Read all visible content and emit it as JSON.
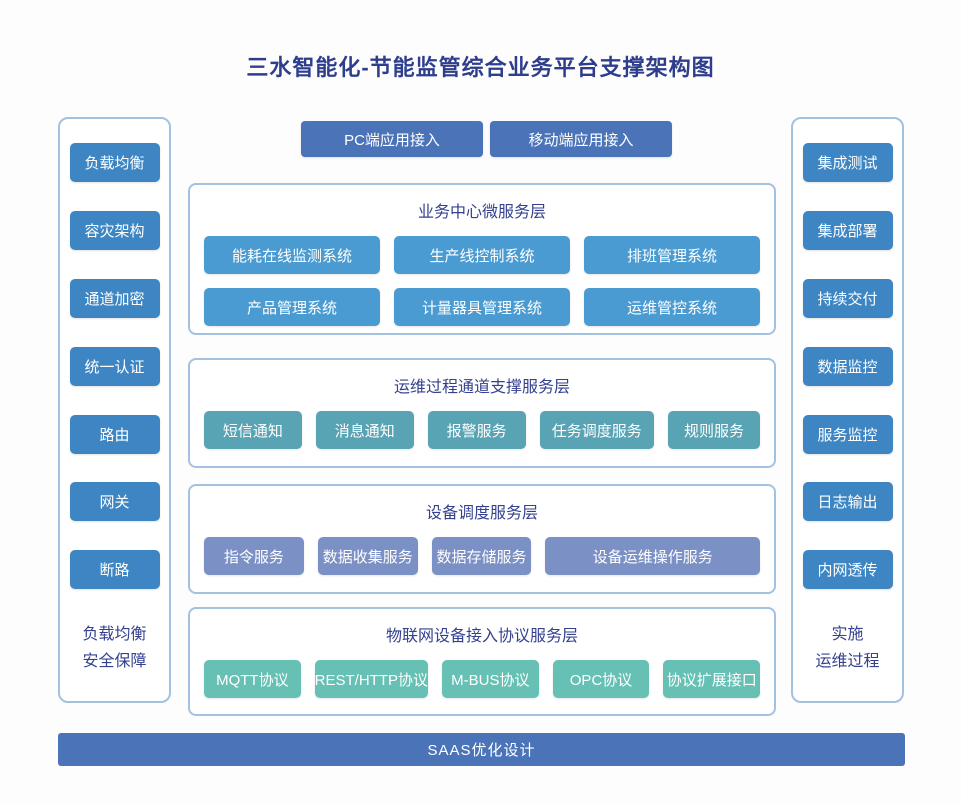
{
  "title": "三水智能化-节能监管综合业务平台支撑架构图",
  "colors": {
    "title_text": "#2e3e8c",
    "header_text": "#34418f",
    "indigo_button": "#4b73b8",
    "side_button": "#3d86c3",
    "layer1_item": "#4a9bd1",
    "layer2_item": "#58a3b4",
    "layer3_item": "#7b90c5",
    "layer4_item": "#66c0b4",
    "panel_border": "#a3c1e0"
  },
  "top_buttons": [
    {
      "label": "PC端应用接入"
    },
    {
      "label": "移动端应用接入"
    }
  ],
  "left_panel": {
    "items": [
      "负载均衡",
      "容灾架构",
      "通道加密",
      "统一认证",
      "路由",
      "网关",
      "断路"
    ],
    "caption_line1": "负载均衡",
    "caption_line2": "安全保障"
  },
  "right_panel": {
    "items": [
      "集成测试",
      "集成部署",
      "持续交付",
      "数据监控",
      "服务监控",
      "日志输出",
      "内网透传"
    ],
    "caption_line1": "实施",
    "caption_line2": "运维过程"
  },
  "sections": [
    {
      "header": "业务中心微服务层",
      "rows": [
        [
          "能耗在线监测系统",
          "生产线控制系统",
          "排班管理系统"
        ],
        [
          "产品管理系统",
          "计量器具管理系统",
          "运维管控系统"
        ]
      ]
    },
    {
      "header": "运维过程通道支撑服务层",
      "items": [
        "短信通知",
        "消息通知",
        "报警服务",
        "任务调度服务",
        "规则服务"
      ]
    },
    {
      "header": "设备调度服务层",
      "items": [
        "指令服务",
        "数据收集服务",
        "数据存储服务",
        "设备运维操作服务"
      ]
    },
    {
      "header": "物联网设备接入协议服务层",
      "items": [
        "MQTT协议",
        "REST/HTTP协议",
        "M-BUS协议",
        "OPC协议",
        "协议扩展接口"
      ]
    }
  ],
  "footer": {
    "label": "SAAS优化设计"
  }
}
